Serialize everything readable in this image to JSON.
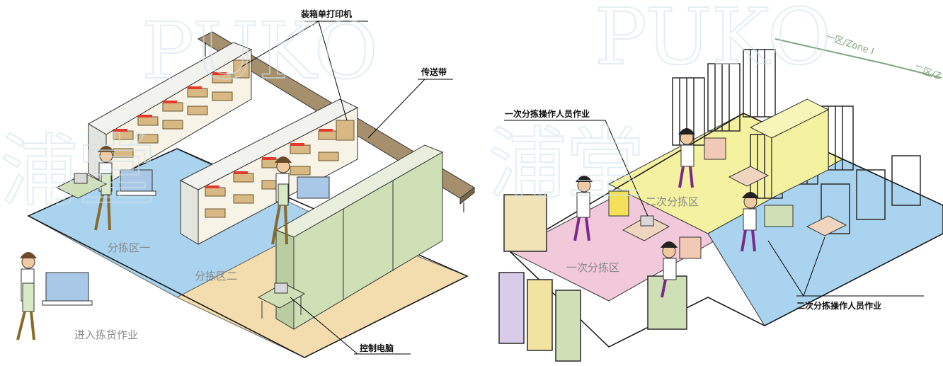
{
  "left_panel": {
    "callouts": {
      "packing_printer": "装箱单打印机",
      "conveyor": "传送带",
      "control_pc": "控制电脑"
    },
    "areas": {
      "zone1": "分拣区一",
      "zone2": "分拣区二",
      "enter": "进入拣货作业"
    }
  },
  "right_panel": {
    "callouts": {
      "first_sort_ops": "一次分拣操作人员作业",
      "second_sort_ops": "二次分拣操作人员作业"
    },
    "areas": {
      "second_sort": "二次分拣区",
      "first_sort": "一次分拣区"
    },
    "zones": {
      "zone1": "一区/Zone I",
      "zone2": "二区/Z"
    }
  },
  "watermark": {
    "text_left": "PUKO",
    "text_right": "PUKO",
    "brand_left": "浦堂",
    "brand_right": "浦堂"
  },
  "colors": {
    "zone_blue": "#a9d3ee",
    "zone_tan": "#f3dcae",
    "zone_yellow": "#f4f2a0",
    "zone_pink": "#f2c9da",
    "shelf": "#f2f2ee",
    "shelf_panel": "#cfe0b7",
    "box": "#d8b883",
    "red_label": "#e23b2d",
    "conveyor": "#a58f6d",
    "cage": "#2a2a2a"
  }
}
